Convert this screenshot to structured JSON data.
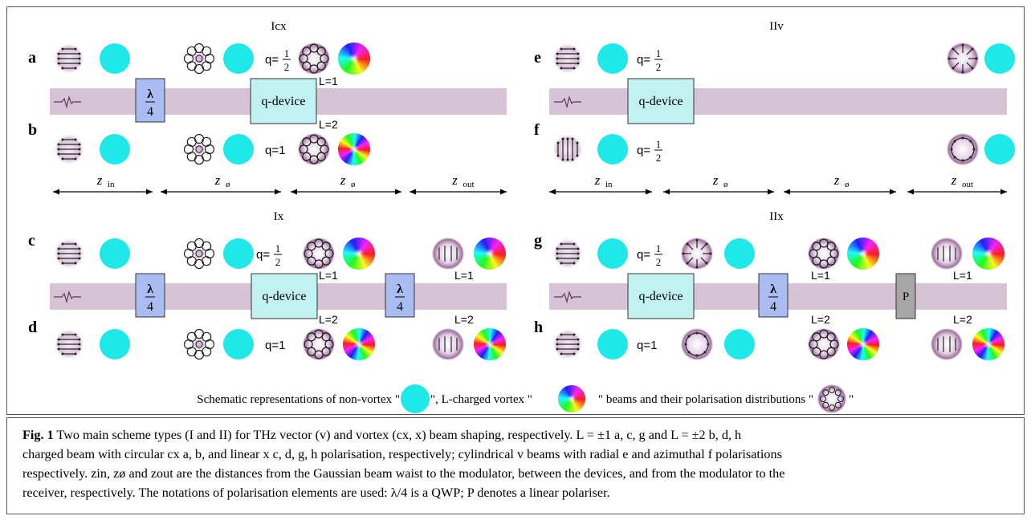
{
  "panels": {
    "Icx": {
      "title": "Icx"
    },
    "IIv": {
      "title": "IIv"
    },
    "Ix": {
      "title": "Ix"
    },
    "IIx": {
      "title": "IIx"
    }
  },
  "row_letters": [
    "a",
    "b",
    "c",
    "d",
    "e",
    "f",
    "g",
    "h"
  ],
  "labels": {
    "lambda_num": "λ",
    "lambda_den": "4",
    "q_device": "q-device",
    "q_half": "q=",
    "half_num": "1",
    "half_den": "2",
    "q_one": "q=1",
    "L1": "L=1",
    "L2": "L=2",
    "polariser": "P",
    "z_in": "z",
    "z_in_sub": "in",
    "z_o": "z",
    "z_o_sub": "ø",
    "z_out": "z",
    "z_out_sub": "out"
  },
  "legend": {
    "part1": "Schematic representations of non-vortex \"",
    "part2": "\", L-charged vortex \"",
    "part3": "\" beams and their polarisation distributions \"",
    "part4": "\""
  },
  "caption": {
    "fig": "Fig. 1",
    "lines": [
      "Two main scheme types (I and II) for THz vector (v) and vortex (cx, x) beam shaping, respectively.  L = ±1  a,  c,  g  and  L = ±2  b,  d,  h",
      "charged beam with circular cx a, b, and linear x c, d, g, h polarisation, respectively; cylindrical v beams with radial e and azimuthal f polarisations",
      "respectively. zin, zø and zout are the distances from the Gaussian beam waist to the modulator, between the devices, and from the modulator to the",
      "receiver, respectively. The notations of polarisation elements are used: λ/4 is a QWP; P denotes a linear polariser."
    ]
  },
  "colors": {
    "beam_band": "#d6c3d6",
    "cyan_beam": "#1ee8e8",
    "qwp_fill": "#a9bdf2",
    "qdevice_fill": "#c1f1f0",
    "polariser_fill": "#a6a6a6",
    "haze": "#9a6e9a"
  }
}
